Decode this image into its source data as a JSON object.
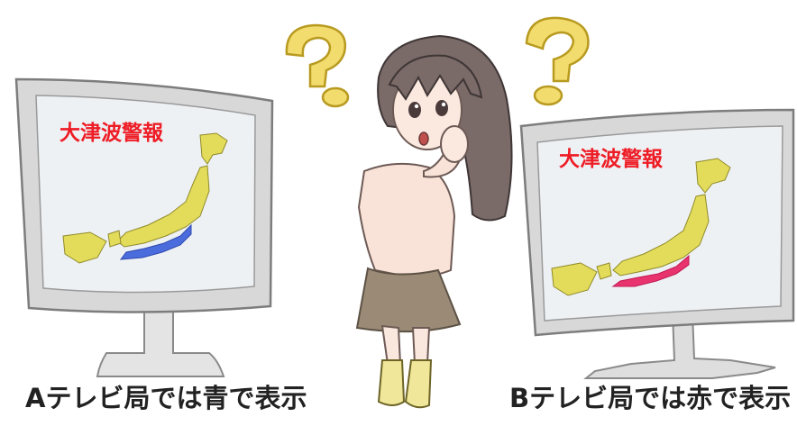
{
  "illustration": {
    "tv_a": {
      "warning_title": "大津波警報",
      "caption": "Aテレビ局では青で表示",
      "coast_color": "#4b6cdc"
    },
    "tv_b": {
      "warning_title": "大津波警報",
      "caption": "Bテレビ局では赤で表示",
      "coast_color": "#e8336f"
    },
    "colors": {
      "warning_text": "#ee1c25",
      "japan_land": "#e3dc5a",
      "question_mark": "#f2dc6e",
      "screen": "#eef1f4"
    },
    "icons": [
      "question-mark-icon",
      "question-mark-icon"
    ]
  }
}
